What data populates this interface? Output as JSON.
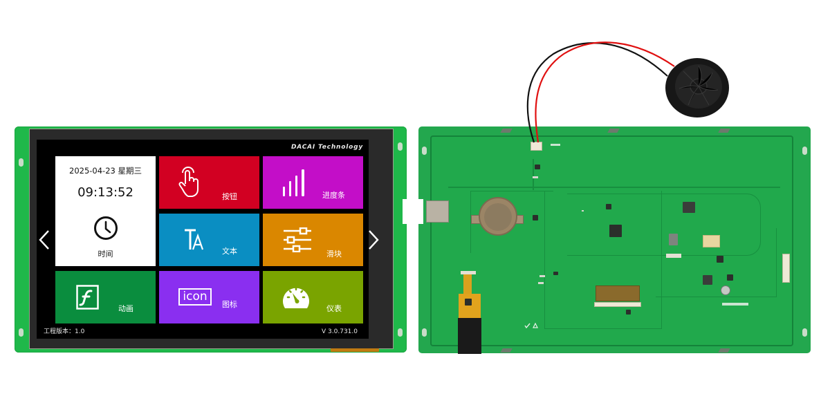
{
  "product_photo": {
    "front_module": {
      "screen_ui": {
        "brand_text": "DACAI Technology",
        "clock_tile": {
          "date": "2025-04-23 星期三",
          "time": "09:13:52",
          "label": "时间",
          "icon": "clock-icon"
        },
        "tiles": [
          {
            "label": "按钮",
            "icon": "touch-hand-icon",
            "color": "#d20022"
          },
          {
            "label": "进度条",
            "icon": "signal-bars-icon",
            "color": "#c30ec8"
          },
          {
            "label": "文本",
            "icon": "text-ta-icon",
            "color": "#0a8ec2"
          },
          {
            "label": "滑块",
            "icon": "sliders-icon",
            "color": "#da8700"
          },
          {
            "label": "动画",
            "icon": "flash-icon",
            "color": "#0a8d3e"
          },
          {
            "label": "图标",
            "icon": "icon-box-icon",
            "icon_text": "icon",
            "color": "#8a2ff0"
          },
          {
            "label": "仪表",
            "icon": "gauge-icon",
            "color": "#7aa400"
          }
        ],
        "nav": {
          "prev": "chevron-left-icon",
          "next": "chevron-right-icon"
        },
        "footer": {
          "project_version": "工程版本：1.0",
          "firmware_version": "V 3.0.731.0"
        }
      }
    },
    "back_module": {
      "components": [
        "speaker",
        "speaker-connector",
        "sd-card-slot",
        "coin-cell-holder",
        "main-mcu",
        "fpc-connector",
        "touch-fpc",
        "power-connector",
        "inductor",
        "capacitor",
        "crystal"
      ]
    },
    "colors": {
      "pcb_green": "#1fb84a",
      "screen_black": "#000000",
      "wire_red": "#e01010",
      "wire_black": "#111111"
    }
  }
}
